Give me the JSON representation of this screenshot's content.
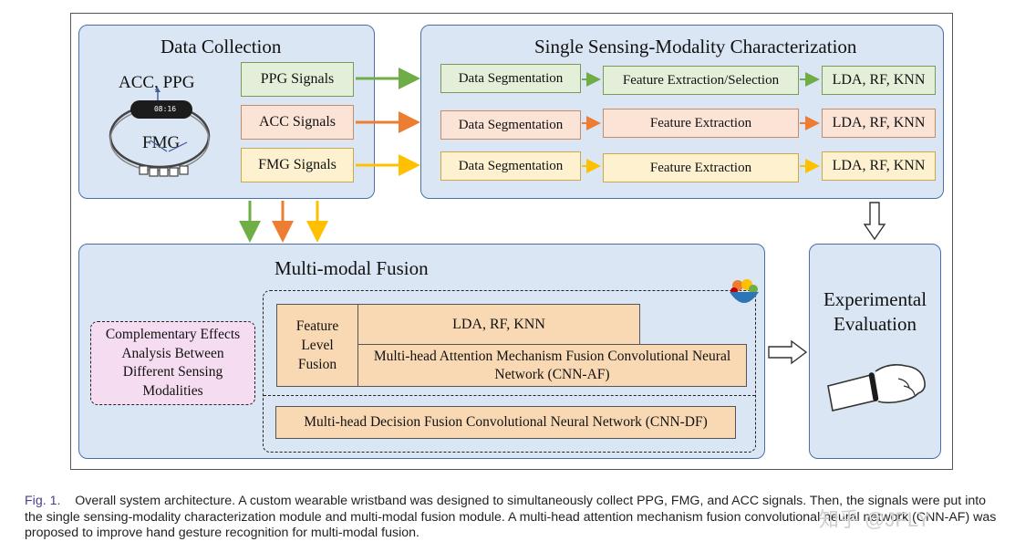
{
  "data_collection": {
    "title": "Data Collection",
    "device_label_top": "ACC, PPG",
    "device_label_mid": "FMG",
    "watch_text": "08:16",
    "signals": [
      "PPG Signals",
      "ACC Signals",
      "FMG Signals"
    ]
  },
  "single": {
    "title": "Single Sensing-Modality Characterization",
    "rows": [
      {
        "seg": "Data Segmentation",
        "feat": "Feature Extraction/Selection",
        "clf": "LDA, RF, KNN"
      },
      {
        "seg": "Data Segmentation",
        "feat": "Feature Extraction",
        "clf": "LDA, RF, KNN"
      },
      {
        "seg": "Data Segmentation",
        "feat": "Feature Extraction",
        "clf": "LDA, RF, KNN"
      }
    ]
  },
  "fusion": {
    "title": "Multi-modal Fusion",
    "analysis": "Complementary Effects Analysis Between Different Sensing Modalities",
    "feature_level": "Feature Level Fusion",
    "classic": "LDA, RF, KNN",
    "cnn_af": "Multi-head Attention Mechanism Fusion Convolutional Neural Network (CNN-AF)",
    "cnn_df": "Multi-head Decision Fusion Convolutional Neural Network (CNN-DF)"
  },
  "evaluation": {
    "title": "Experimental Evaluation"
  },
  "caption": {
    "fig_label": "Fig. 1.",
    "text": "Overall system architecture. A custom wearable wristband was designed to simultaneously collect PPG, FMG, and ACC signals. Then, the signals were put into the single sensing-modality characterization module and multi-modal fusion module. A multi-head attention mechanism fusion convolutional neural network (CNN-AF) was proposed to improve hand gesture recognition for multi-modal fusion."
  },
  "watermark": "知乎 @JFLY",
  "colors": {
    "green": "#70ad47",
    "orange": "#ed7d31",
    "yellow": "#ffc000",
    "panel": "#dbe6f4",
    "panel_border": "#4a6ea9"
  }
}
